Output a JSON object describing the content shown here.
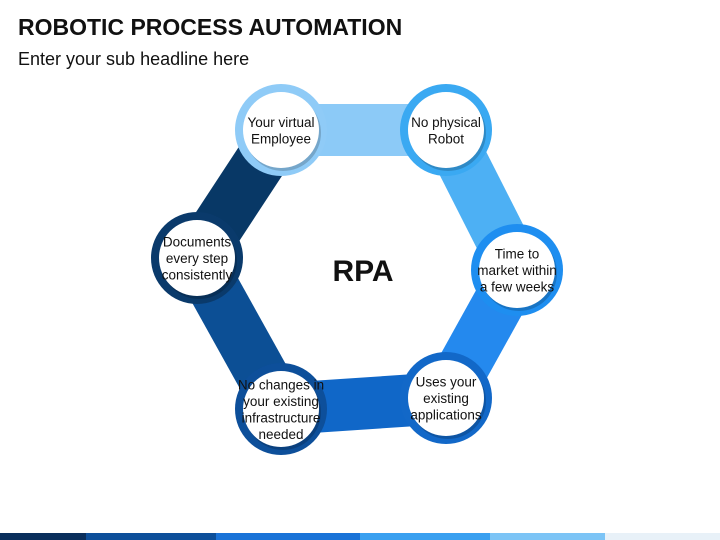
{
  "header": {
    "title": "ROBOTIC PROCESS AUTOMATION",
    "subtitle": "Enter your sub headline here"
  },
  "center": {
    "label": "RPA"
  },
  "nodes": [
    {
      "id": "virtual-employee",
      "lines": [
        "Your virtual",
        "Employee"
      ],
      "ring_color": "#8fcbf7"
    },
    {
      "id": "no-physical-robot",
      "lines": [
        "No physical",
        "Robot"
      ],
      "ring_color": "#3aa9f2"
    },
    {
      "id": "time-to-market",
      "lines": [
        "Time to",
        "market within",
        "a few weeks"
      ],
      "ring_color": "#1e8ef0"
    },
    {
      "id": "existing-applications",
      "lines": [
        "Uses your",
        "existing",
        "applications"
      ],
      "ring_color": "#1268c8"
    },
    {
      "id": "no-infrastructure-changes",
      "lines": [
        "No changes in",
        "your existing",
        "infrastructure",
        "needed"
      ],
      "ring_color": "#0d4f9a"
    },
    {
      "id": "documents-steps",
      "lines": [
        "Documents",
        "every step",
        "consistently"
      ],
      "ring_color": "#0a3a6b"
    }
  ],
  "segments": [
    {
      "id": "top",
      "color": "#8ccaf7"
    },
    {
      "id": "upper-right",
      "color": "#4db0f4"
    },
    {
      "id": "lower-right",
      "color": "#2489ee"
    },
    {
      "id": "bottom",
      "color": "#1067c8"
    },
    {
      "id": "lower-left",
      "color": "#0c4f95"
    },
    {
      "id": "upper-left",
      "color": "#083866"
    }
  ],
  "colors": {
    "bottom_bar": [
      "#0a2f5c",
      "#0d4f9a",
      "#1a73d8",
      "#3aa0f0",
      "#7cc4f6",
      "#e8f1f8"
    ]
  }
}
